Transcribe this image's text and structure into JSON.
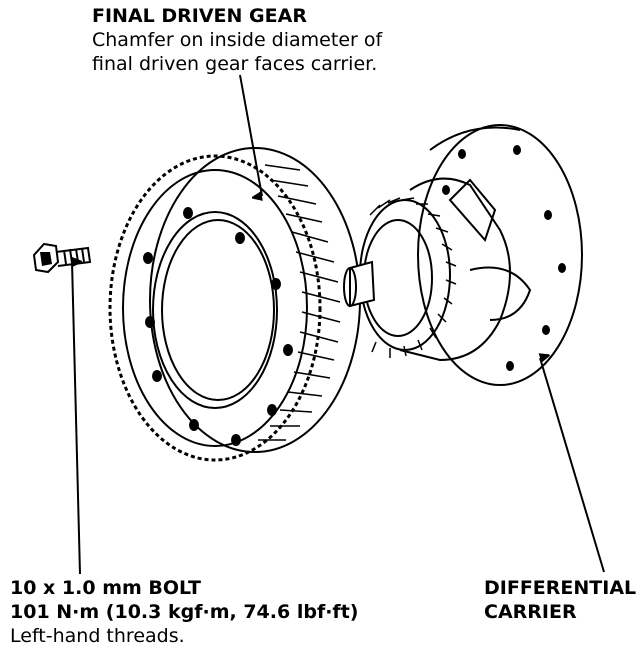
{
  "labels": {
    "final_driven_gear": {
      "title": "FINAL DRIVEN GEAR",
      "line1": "Chamfer on inside diameter of",
      "line2": "final driven gear faces carrier."
    },
    "bolt": {
      "title": "10 x 1.0 mm BOLT",
      "torque": "101 N·m (10.3 kgf·m, 74.6 lbf·ft)",
      "note": "Left-hand threads."
    },
    "carrier": {
      "line1": "DIFFERENTIAL",
      "line2": "CARRIER"
    }
  }
}
